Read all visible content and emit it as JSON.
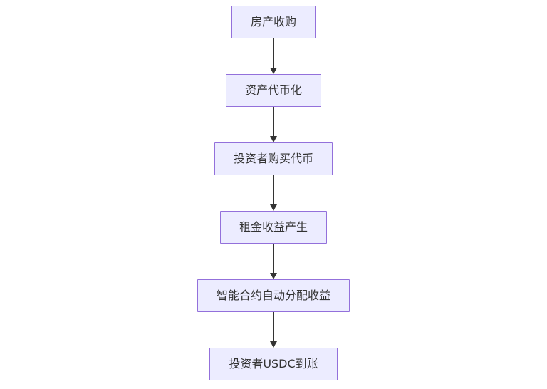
{
  "diagram": {
    "type": "flowchart",
    "direction": "top-down",
    "nodes": [
      {
        "id": "1",
        "label": "房产收购"
      },
      {
        "id": "2",
        "label": "资产代币化"
      },
      {
        "id": "3",
        "label": "投资者购买代币"
      },
      {
        "id": "4",
        "label": "租金收益产生"
      },
      {
        "id": "5",
        "label": "智能合约自动分配收益"
      },
      {
        "id": "6",
        "label": "投资者USDC到账"
      }
    ],
    "edges": [
      {
        "from": "1",
        "to": "2"
      },
      {
        "from": "2",
        "to": "3"
      },
      {
        "from": "3",
        "to": "4"
      },
      {
        "from": "4",
        "to": "5"
      },
      {
        "from": "5",
        "to": "6"
      }
    ],
    "colors": {
      "background": "#ffffff",
      "node_fill": "#ECECFF",
      "node_border": "#9370DB",
      "text": "#333333",
      "edge": "#333333"
    }
  }
}
